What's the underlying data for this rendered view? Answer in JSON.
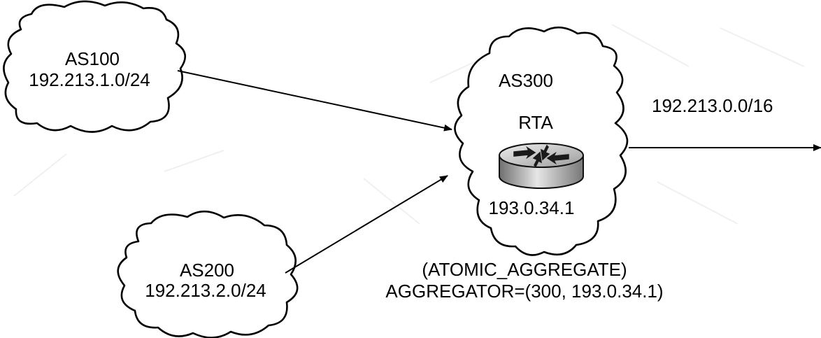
{
  "diagram": {
    "as100": {
      "name": "AS100",
      "prefix": "192.213.1.0/24"
    },
    "as200": {
      "name": "AS200",
      "prefix": "192.213.2.0/24"
    },
    "as300": {
      "name": "AS300",
      "router_name": "RTA",
      "router_ip": "193.0.34.1"
    },
    "output_prefix": "192.213.0.0/16",
    "attributes": {
      "atomic_aggregate": "(ATOMIC_AGGREGATE)",
      "aggregator": "AGGREGATOR=(300, 193.0.34.1)"
    }
  }
}
